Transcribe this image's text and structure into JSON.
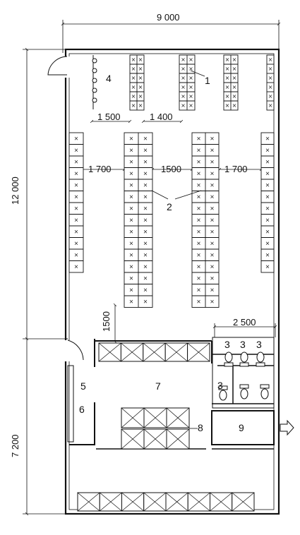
{
  "dimensions": {
    "overall_width": "9 000",
    "upper_height": "12 000",
    "lower_height": "7 200",
    "gap_wall_to_rack": "1 500",
    "gap_rack_to_rack_top": "1 400",
    "aisle_left": "1 700",
    "aisle_center": "1500",
    "aisle_right": "1 700",
    "gap_vertical": "1500",
    "toilet_block_width": "2 500"
  },
  "labels": {
    "l1": "1",
    "l2": "2",
    "l3a": "3",
    "l3b": "3",
    "l3c": "3",
    "l3d": "3",
    "l4": "4",
    "l5": "5",
    "l6": "6",
    "l7": "7",
    "l8": "8",
    "l9": "9"
  },
  "icons": {
    "exit": "exit-arrow-icon",
    "door": "door-swing-icon",
    "toilet": "toilet-icon"
  },
  "colors": {
    "line": "#111111",
    "background": "#ffffff"
  }
}
